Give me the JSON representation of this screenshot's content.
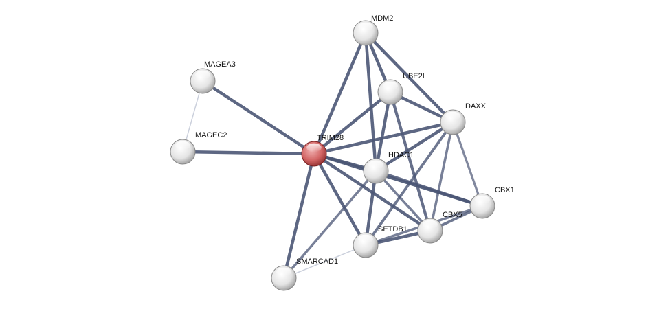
{
  "network": {
    "colors": {
      "edge": "#4b5675",
      "edge_light": "#a9b0c4",
      "node": "#e2e2e2",
      "query_node": "#d46a6a"
    },
    "nodes": [
      {
        "id": "MDM2",
        "label": "MDM2",
        "query": false
      },
      {
        "id": "MAGEA3",
        "label": "MAGEA3",
        "query": false
      },
      {
        "id": "UBE2I",
        "label": "UBE2I",
        "query": false
      },
      {
        "id": "DAXX",
        "label": "DAXX",
        "query": false
      },
      {
        "id": "MAGEC2",
        "label": "MAGEC2",
        "query": false
      },
      {
        "id": "TRIM28",
        "label": "TRIM28",
        "query": true
      },
      {
        "id": "HDAC1",
        "label": "HDAC1",
        "query": false
      },
      {
        "id": "CBX1",
        "label": "CBX1",
        "query": false
      },
      {
        "id": "CBX5",
        "label": "CBX5",
        "query": false
      },
      {
        "id": "SETDB1",
        "label": "SETDB1",
        "query": false
      },
      {
        "id": "SMARCAD1",
        "label": "SMARCAD1",
        "query": false
      }
    ],
    "edges": [
      [
        "MAGEA3",
        "MAGEC2",
        0.3
      ],
      [
        "MAGEA3",
        "TRIM28",
        0.9
      ],
      [
        "MAGEC2",
        "TRIM28",
        0.9
      ],
      [
        "MDM2",
        "TRIM28",
        0.9
      ],
      [
        "MDM2",
        "HDAC1",
        0.9
      ],
      [
        "MDM2",
        "UBE2I",
        0.9
      ],
      [
        "MDM2",
        "DAXX",
        0.9
      ],
      [
        "UBE2I",
        "TRIM28",
        0.9
      ],
      [
        "UBE2I",
        "HDAC1",
        0.9
      ],
      [
        "UBE2I",
        "DAXX",
        0.9
      ],
      [
        "UBE2I",
        "CBX5",
        0.8
      ],
      [
        "DAXX",
        "TRIM28",
        0.9
      ],
      [
        "DAXX",
        "HDAC1",
        0.9
      ],
      [
        "DAXX",
        "SETDB1",
        0.7
      ],
      [
        "DAXX",
        "CBX5",
        0.6
      ],
      [
        "DAXX",
        "CBX1",
        0.5
      ],
      [
        "TRIM28",
        "HDAC1",
        0.95
      ],
      [
        "TRIM28",
        "CBX1",
        0.95
      ],
      [
        "TRIM28",
        "CBX5",
        0.9
      ],
      [
        "TRIM28",
        "SETDB1",
        0.9
      ],
      [
        "TRIM28",
        "SMARCAD1",
        0.9
      ],
      [
        "HDAC1",
        "SETDB1",
        0.9
      ],
      [
        "HDAC1",
        "CBX5",
        0.6
      ],
      [
        "HDAC1",
        "SMARCAD1",
        0.6
      ],
      [
        "HDAC1",
        "CBX1",
        0.8
      ],
      [
        "SETDB1",
        "CBX5",
        0.9
      ],
      [
        "SETDB1",
        "CBX1",
        0.6
      ],
      [
        "SETDB1",
        "SMARCAD1",
        0.3
      ],
      [
        "CBX5",
        "CBX1",
        0.7
      ]
    ]
  }
}
